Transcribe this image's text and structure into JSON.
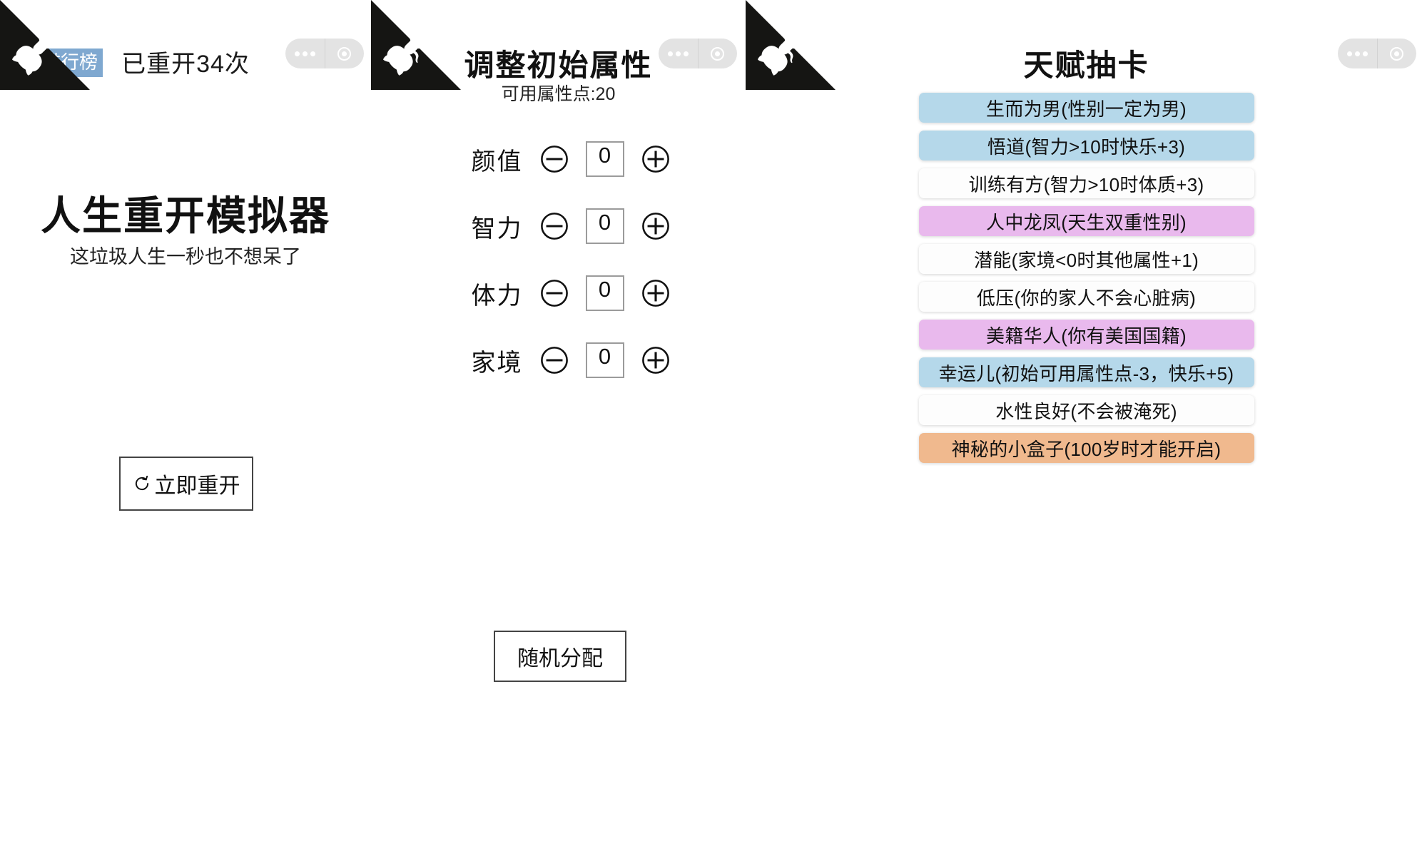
{
  "app": {
    "name": "人生重开模拟器"
  },
  "capsule": {
    "more_icon": "more-dots-icon",
    "target_icon": "target-circle-icon"
  },
  "github_corner": {
    "icon": "github-octocat-corner-icon"
  },
  "panel1": {
    "rank_button": "排行榜",
    "restart_count": "已重开34次",
    "title": "人生重开模拟器",
    "subtitle": "这垃圾人生一秒也不想呆了",
    "restart_button": "立即重开",
    "restart_icon": "reload-icon"
  },
  "panel2": {
    "title": "调整初始属性",
    "points_label": "可用属性点:20",
    "minus_icon": "circle-minus-icon",
    "plus_icon": "circle-plus-icon",
    "attributes": [
      {
        "label": "颜值",
        "value": "0"
      },
      {
        "label": "智力",
        "value": "0"
      },
      {
        "label": "体力",
        "value": "0"
      },
      {
        "label": "家境",
        "value": "0"
      }
    ],
    "random_button": "随机分配"
  },
  "panel3": {
    "title": "天赋抽卡",
    "talents": [
      {
        "text": "生而为男(性别一定为男)",
        "grade": "blue"
      },
      {
        "text": "悟道(智力>10时快乐+3)",
        "grade": "blue"
      },
      {
        "text": "训练有方(智力>10时体质+3)",
        "grade": "white"
      },
      {
        "text": "人中龙凤(天生双重性别)",
        "grade": "purple"
      },
      {
        "text": "潜能(家境<0时其他属性+1)",
        "grade": "white"
      },
      {
        "text": "低压(你的家人不会心脏病)",
        "grade": "white"
      },
      {
        "text": "美籍华人(你有美国国籍)",
        "grade": "purple"
      },
      {
        "text": "幸运儿(初始可用属性点-3，快乐+5)",
        "grade": "blue"
      },
      {
        "text": "水性良好(不会被淹死)",
        "grade": "white"
      },
      {
        "text": "神秘的小盒子(100岁时才能开启)",
        "grade": "orange"
      }
    ]
  },
  "colors": {
    "rank_badge": "#7fa8d0",
    "talent_blue": "#b5d8ea",
    "talent_purple": "#e9b9ed",
    "talent_orange": "#f0b98e",
    "talent_white": "#fdfdfd",
    "capsule": "#e3e3e3",
    "corner": "#151513"
  }
}
